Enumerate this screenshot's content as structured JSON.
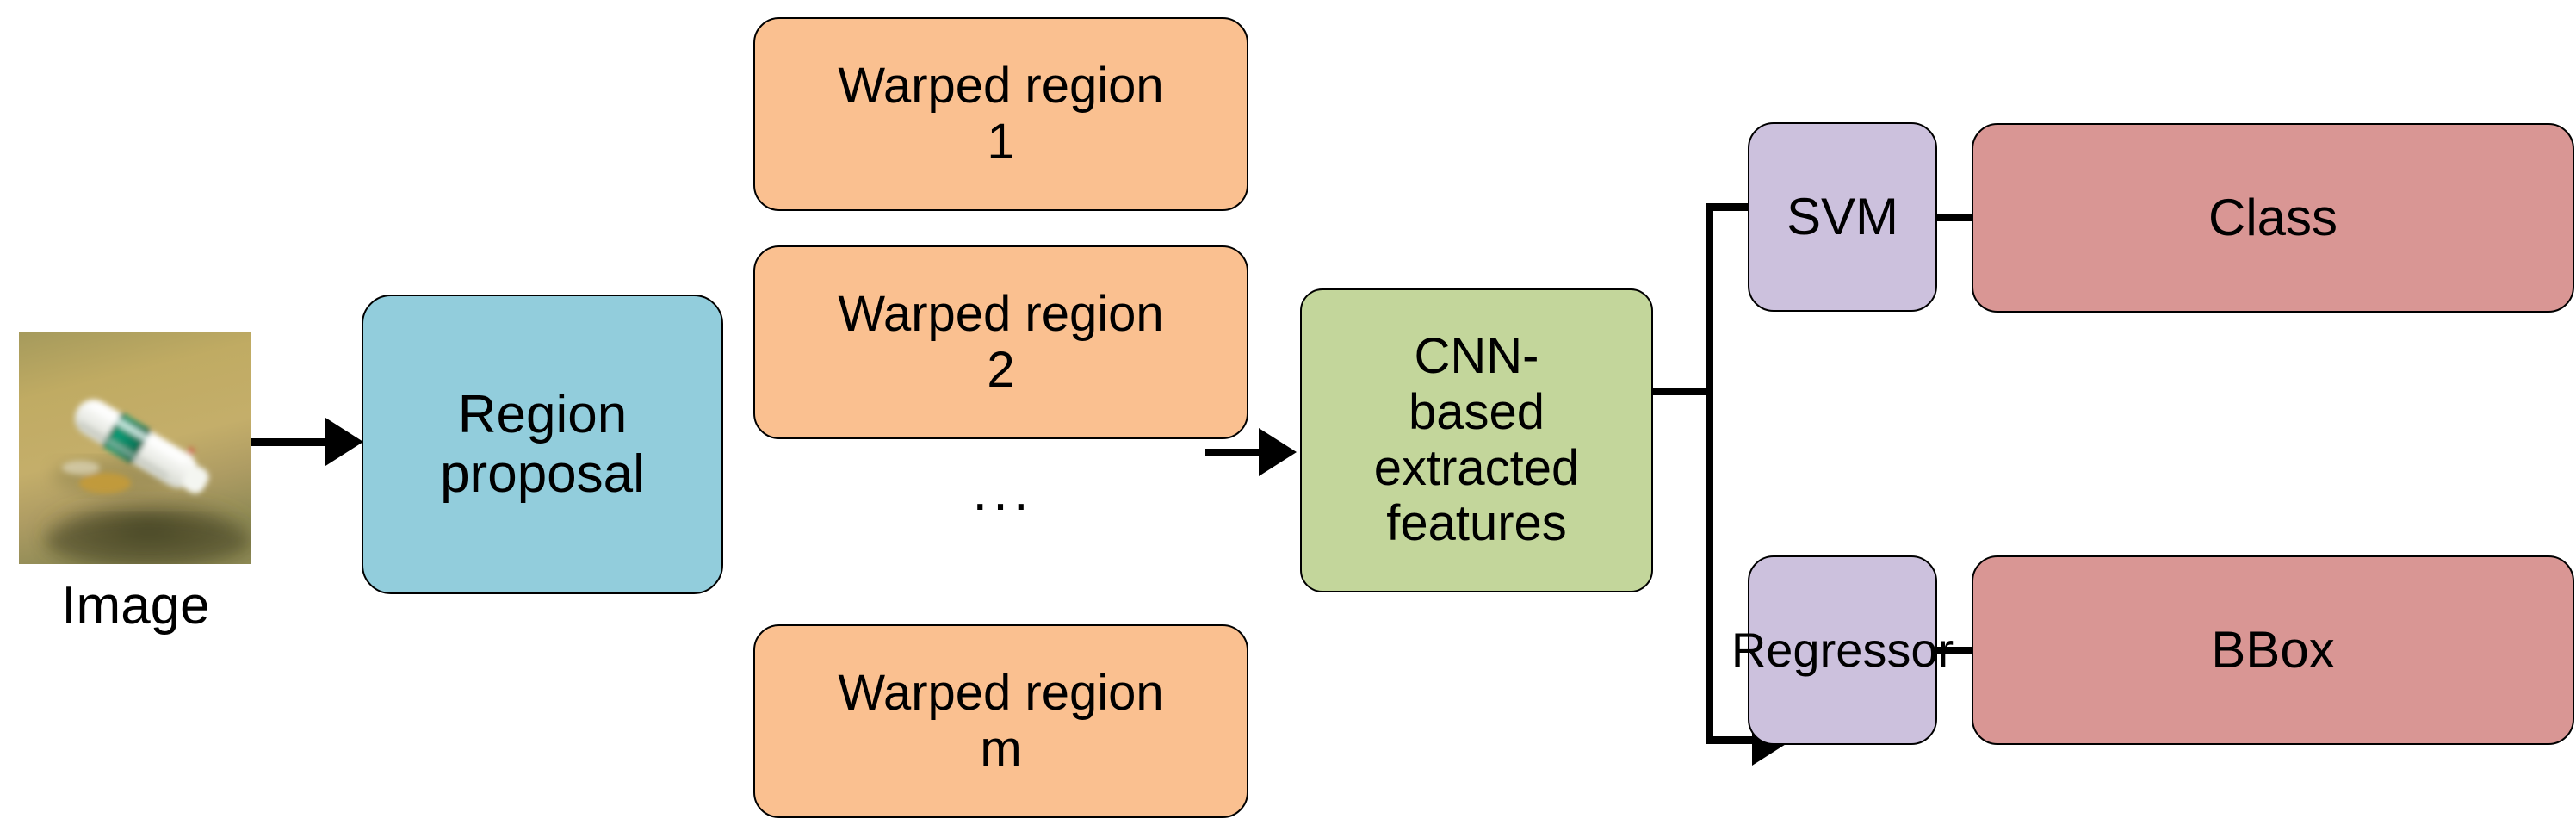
{
  "diagram": {
    "title": "R-CNN object detection pipeline",
    "background_color": "#ffffff",
    "line_color": "#000000"
  },
  "input": {
    "thumbnail_name": "image-thumbnail",
    "thumbnail_description": "Photograph of a discarded plastic water bottle with a green label lying on sandy ground",
    "label": "Image"
  },
  "nodes": {
    "region_proposal": {
      "label": "Region\nproposal",
      "color": "#92cddc"
    },
    "warped_region_1": {
      "label": "Warped region\n1",
      "color": "#fac090"
    },
    "warped_region_2": {
      "label": "Warped region\n2",
      "color": "#fac090"
    },
    "warped_region_m": {
      "label": "Warped region\nm",
      "color": "#fac090"
    },
    "ellipsis": {
      "label": "..."
    },
    "cnn_features": {
      "label": "CNN-\nbased\nextracted\nfeatures",
      "color": "#c3d69b"
    },
    "svm": {
      "label": "SVM",
      "color": "#ccc1dd"
    },
    "regressor": {
      "label": "Regressor",
      "color": "#ccc1dd"
    },
    "class_output": {
      "label": "Class",
      "color": "#d99694"
    },
    "bbox_output": {
      "label": "BBox",
      "color": "#d99694"
    }
  },
  "connectors": [
    {
      "name": "image-to-region-proposal",
      "from": "Image",
      "to": "Region proposal",
      "style": "straight-arrow"
    },
    {
      "name": "warped-to-cnn",
      "from": "Warped regions",
      "to": "CNN-based extracted features",
      "style": "straight-arrow"
    },
    {
      "name": "cnn-to-svm",
      "from": "CNN-based extracted features",
      "to": "SVM",
      "style": "branch-arrow-up"
    },
    {
      "name": "cnn-to-regressor",
      "from": "CNN-based extracted features",
      "to": "Regressor",
      "style": "branch-arrow-down"
    },
    {
      "name": "svm-to-class",
      "from": "SVM",
      "to": "Class",
      "style": "straight-arrow"
    },
    {
      "name": "regressor-to-bbox",
      "from": "Regressor",
      "to": "BBox",
      "style": "straight-arrow"
    }
  ]
}
